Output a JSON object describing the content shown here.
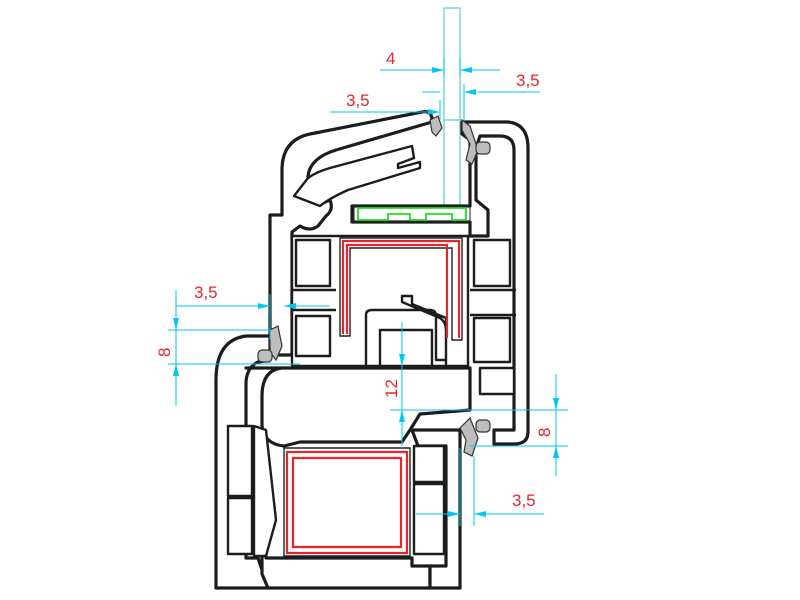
{
  "dimensions": [
    {
      "id": "glass-thickness",
      "label": "4"
    },
    {
      "id": "top-right-gap",
      "label": "3,5"
    },
    {
      "id": "top-left-gap",
      "label": "3,5"
    },
    {
      "id": "left-gap",
      "label": "3,5"
    },
    {
      "id": "left-height",
      "label": "8"
    },
    {
      "id": "sash-overlap",
      "label": "12"
    },
    {
      "id": "right-height",
      "label": "8"
    },
    {
      "id": "bottom-right-gap",
      "label": "3,5"
    }
  ],
  "colors": {
    "dimension_text": "#e8242c",
    "dimension_line": "#00c8f0",
    "profile_outline": "#1c1c1c",
    "steel_reinforcement": "#e8242c",
    "glazing_bead": "#22dd22",
    "gasket": "#bdbdbd",
    "glass": "#55cfcf"
  }
}
